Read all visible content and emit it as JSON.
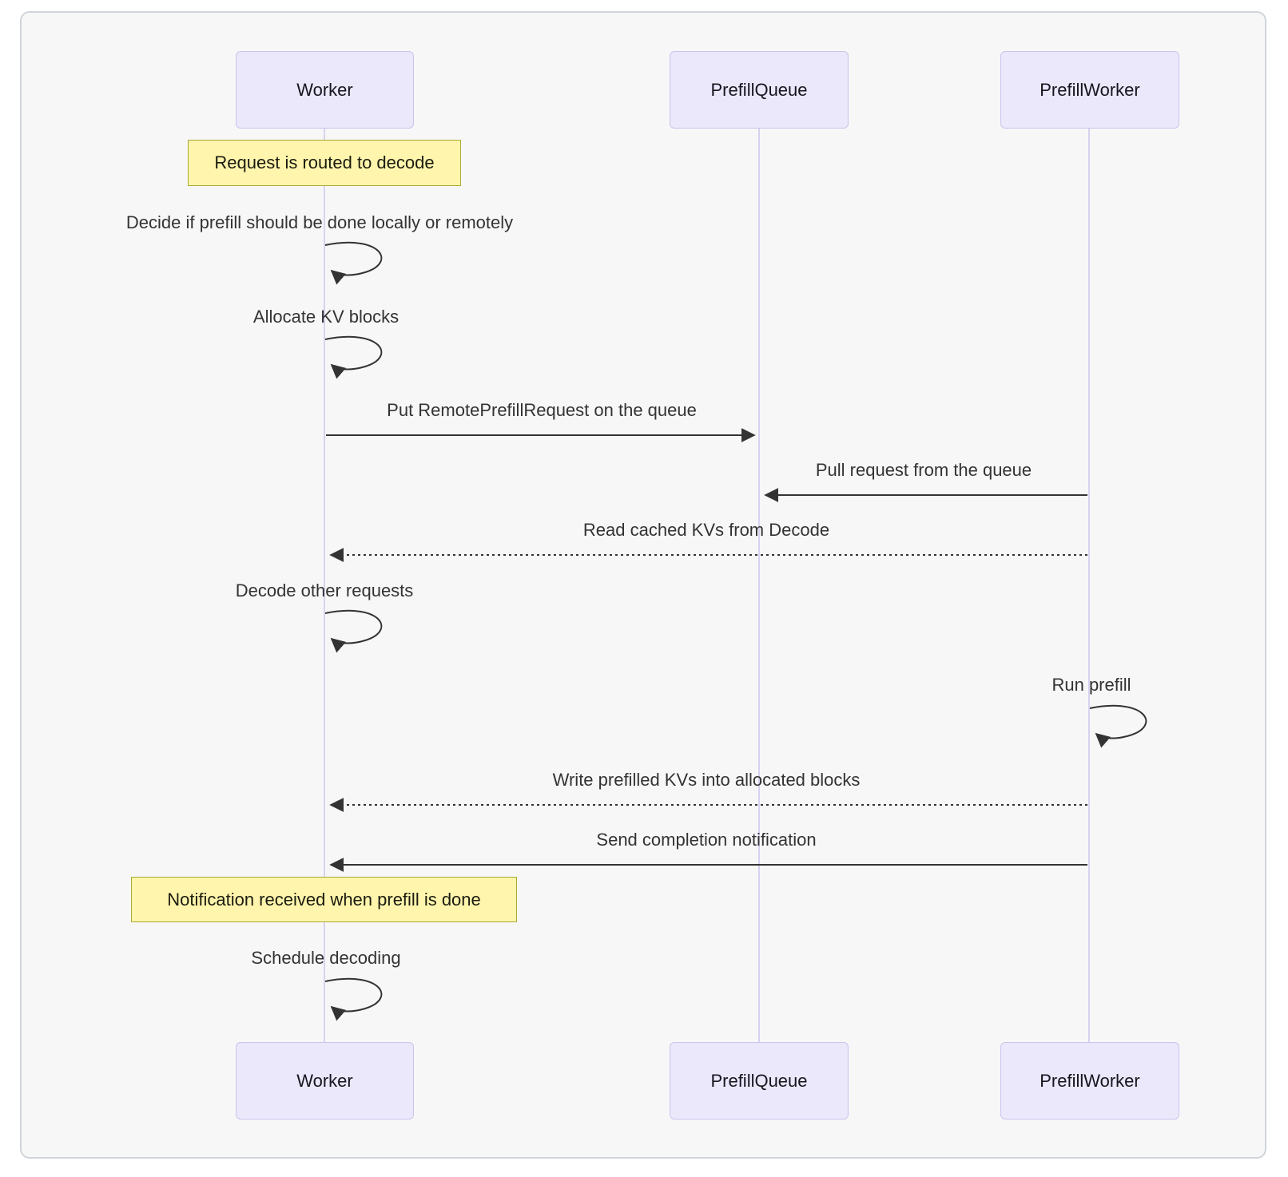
{
  "diagram_type": "sequence-diagram",
  "actors": [
    {
      "label": "Worker"
    },
    {
      "label": "PrefillQueue"
    },
    {
      "label": "PrefillWorker"
    }
  ],
  "notes": [
    {
      "text": "Request is routed to decode",
      "over": "Worker"
    },
    {
      "text": "Notification received when prefill is done",
      "over": "Worker"
    }
  ],
  "messages": [
    {
      "text": "Decide if prefill should be done locally or remotely",
      "kind": "self-loop",
      "actor": "Worker"
    },
    {
      "text": "Allocate KV blocks",
      "kind": "self-loop",
      "actor": "Worker"
    },
    {
      "text": "Put RemotePrefillRequest on the queue",
      "kind": "solid-arrow",
      "from": "Worker",
      "to": "PrefillQueue"
    },
    {
      "text": "Pull request from the queue",
      "kind": "solid-arrow",
      "from": "PrefillWorker",
      "to": "PrefillQueue"
    },
    {
      "text": "Read cached KVs from Decode",
      "kind": "dotted-arrow",
      "from": "PrefillWorker",
      "to": "Worker"
    },
    {
      "text": "Decode other requests",
      "kind": "self-loop",
      "actor": "Worker"
    },
    {
      "text": "Run prefill",
      "kind": "self-loop",
      "actor": "PrefillWorker"
    },
    {
      "text": "Write prefilled KVs into allocated blocks",
      "kind": "dotted-arrow",
      "from": "PrefillWorker",
      "to": "Worker"
    },
    {
      "text": "Send completion notification",
      "kind": "solid-arrow",
      "from": "PrefillWorker",
      "to": "Worker"
    },
    {
      "text": "Schedule decoding",
      "kind": "self-loop",
      "actor": "Worker"
    }
  ],
  "colors": {
    "actor_fill": "#EAE8FA",
    "actor_border": "#C9C5EC",
    "note_fill": "#FFF5AD",
    "note_border": "#AAAA33",
    "lifeline": "#D8D2F0",
    "line": "#333333",
    "text": "#333333",
    "canvas_fill": "#F7F7F8",
    "canvas_border": "#D0D4DA"
  }
}
